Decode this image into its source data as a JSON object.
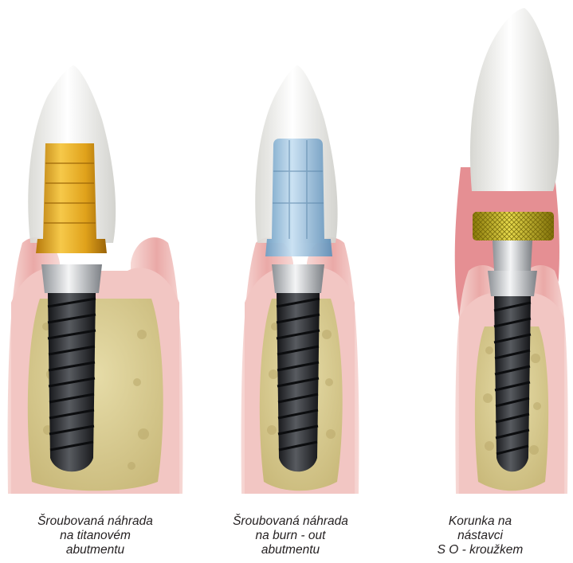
{
  "illustrations": [
    {
      "caption": [
        "Šroubovaná náhrada",
        "na titanovém",
        "abutmentu"
      ],
      "abutment_color": "#e3a31c",
      "abutment_icon": "titanium-abutment"
    },
    {
      "caption": [
        "Šroubovaná náhrada",
        "na burn - out",
        "abutmentu"
      ],
      "abutment_color": "#9cc3e0",
      "abutment_icon": "burn-out-abutment"
    },
    {
      "caption": [
        "Korunka na",
        "nástavci",
        "S O - kroužkem"
      ],
      "ring_color": "#d6c21a",
      "abutment_icon": "so-ring-abutment"
    }
  ],
  "colors": {
    "gum": "#efb8b6",
    "bone": "#dccf9a",
    "crown": "#f2f2ee",
    "implant": "#2b2d30"
  }
}
